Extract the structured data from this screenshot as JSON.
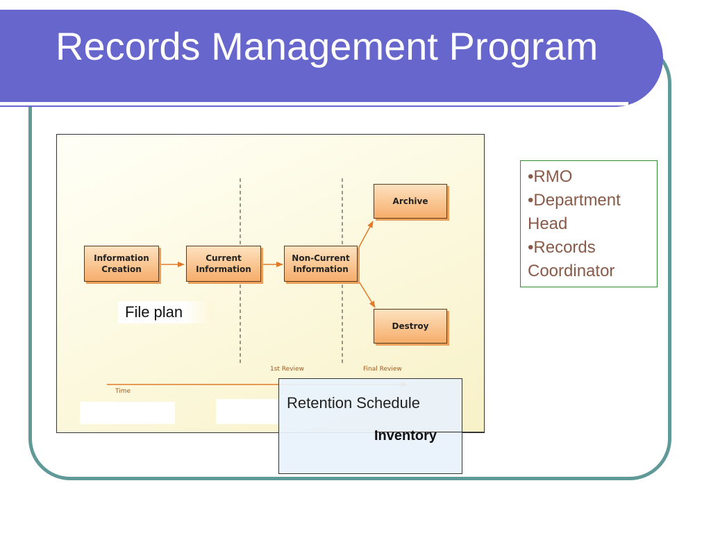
{
  "slide": {
    "title": "Records Management Program"
  },
  "diagram": {
    "boxes": [
      {
        "name": "information-creation-box",
        "label": "Information\nCreation"
      },
      {
        "name": "current-information-box",
        "label": "Current\nInformation"
      },
      {
        "name": "non-current-information-box",
        "label": "Non-Current\nInformation"
      },
      {
        "name": "archive-box",
        "label": "Archive"
      },
      {
        "name": "destroy-box",
        "label": "Destroy"
      }
    ],
    "review_labels": {
      "first": "1st Review",
      "final": "Final Review"
    },
    "time_label": "Time",
    "file_plan": "File plan"
  },
  "retention": {
    "label": "Retention Schedule",
    "inventory": "Inventory"
  },
  "roles": [
    "•RMO",
    "•Department Head",
    "•Records Coordinator"
  ],
  "colors": {
    "banner": "#6666cc",
    "frame": "#5f9a98",
    "box_fill": "#f6ad6a",
    "arrow": "#e07a2a",
    "roles_text": "#8a5a48",
    "roles_border": "#2e8b2e"
  }
}
